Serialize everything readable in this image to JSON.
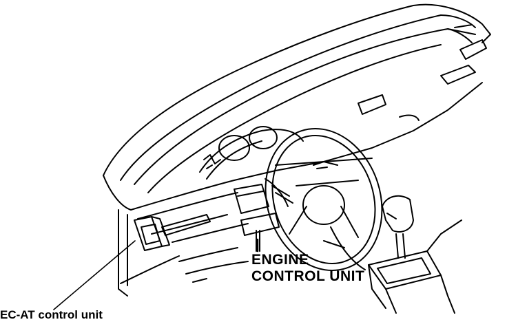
{
  "labels": {
    "engine_control_unit_line1": "ENGINE",
    "engine_control_unit_line2": "CONTROL UNIT",
    "ec_at_control_unit": "EC-AT control unit"
  }
}
